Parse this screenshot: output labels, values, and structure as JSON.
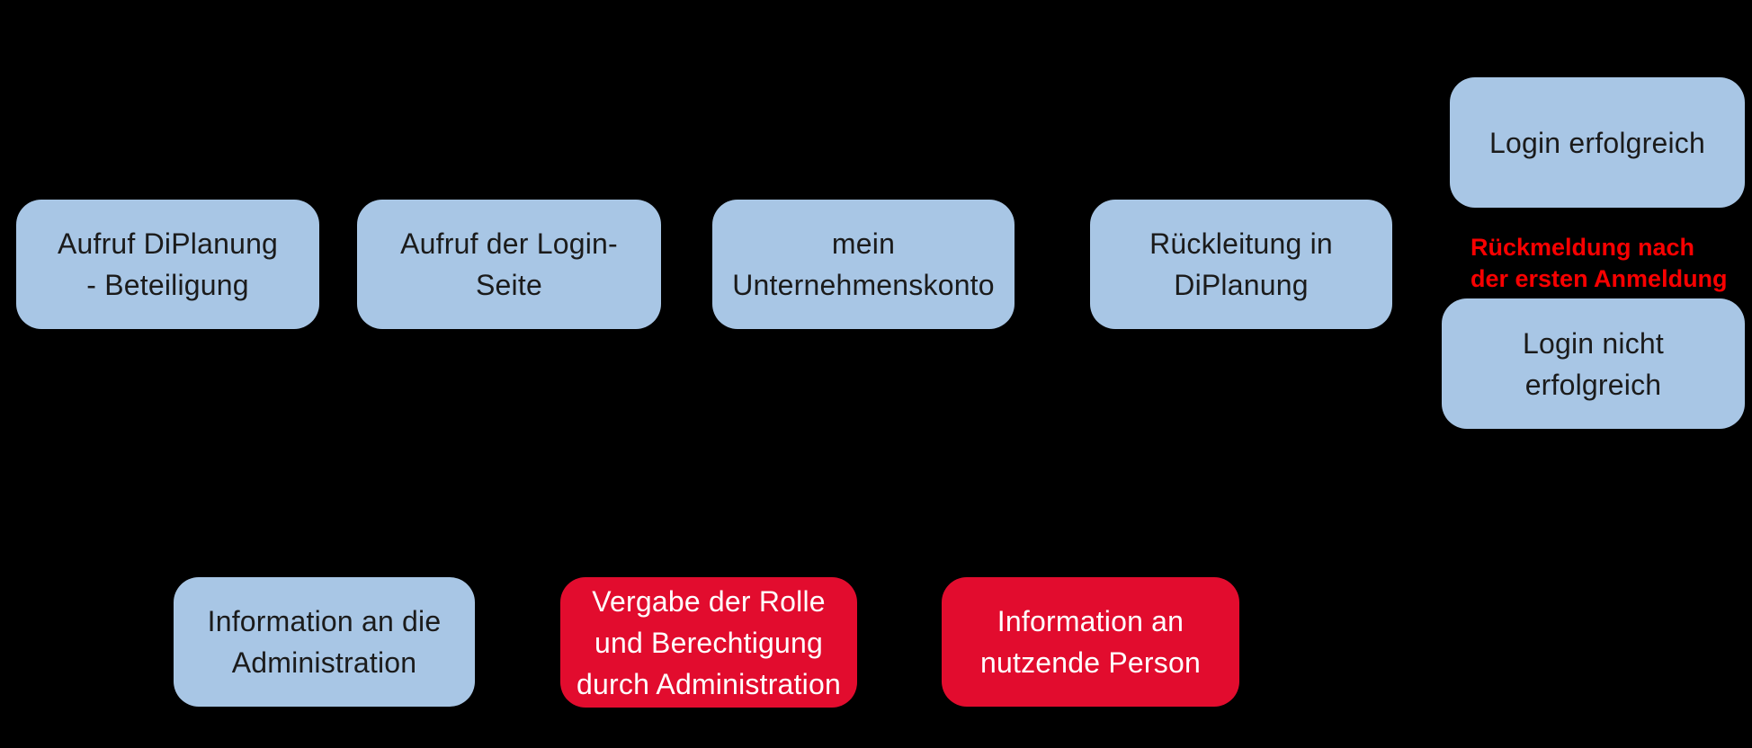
{
  "diagram": {
    "background": "#000000",
    "colors": {
      "node_blue": "#a8c6e5",
      "node_red": "#e20c2e",
      "node_text_dark": "#1b1b1b",
      "node_text_white": "#ffffff",
      "annotation_red": "#f80000"
    },
    "boxes": [
      {
        "id": "aufruf-diplanung-beteiligung",
        "variant": "blue",
        "label": "Aufruf DiPlanung\n- Beteiligung"
      },
      {
        "id": "aufruf-login-seite",
        "variant": "blue",
        "label": "Aufruf der Login-\nSeite"
      },
      {
        "id": "mein-unternehmenskonto",
        "variant": "blue",
        "label": "mein\nUnternehmenskonto"
      },
      {
        "id": "rueckleitung-diplanung",
        "variant": "blue",
        "label": "Rückleitung in\nDiPlanung"
      },
      {
        "id": "login-erfolgreich",
        "variant": "blue",
        "label": "Login erfolgreich"
      },
      {
        "id": "login-nicht-erfolgreich",
        "variant": "blue",
        "label": "Login nicht\nerfolgreich"
      },
      {
        "id": "information-administration",
        "variant": "blue",
        "label": "Information an die\nAdministration"
      },
      {
        "id": "vergabe-rolle-berechtigung",
        "variant": "red",
        "label": "Vergabe der Rolle\nund Berechtigung\ndurch Administration"
      },
      {
        "id": "information-nutzende-person",
        "variant": "red",
        "label": "Information an\nnutzende Person"
      }
    ],
    "annotation": {
      "text": "Rückmeldung nach\nder ersten Anmeldung"
    }
  }
}
